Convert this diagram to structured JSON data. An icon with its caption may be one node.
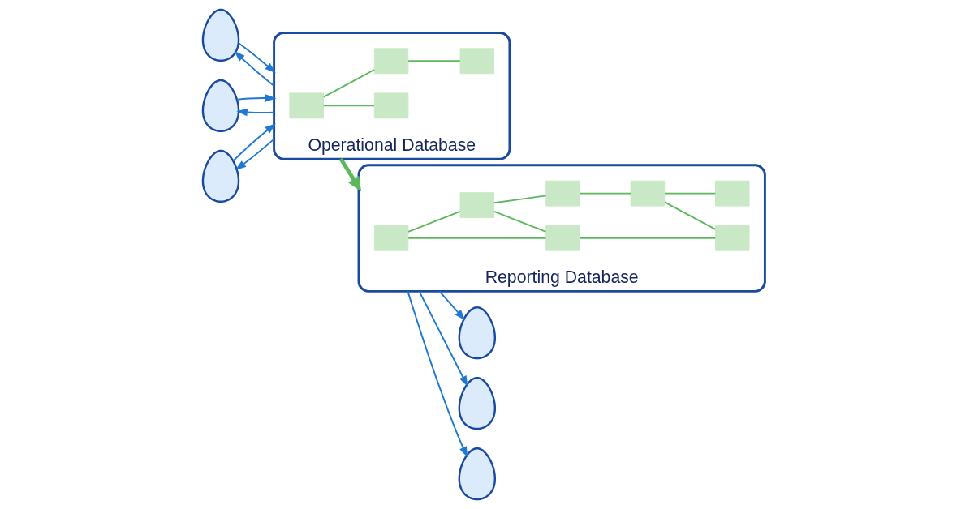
{
  "diagram": {
    "nodes": [
      {
        "text": [],
        "shape": "person"
      },
      {
        "text": [],
        "shape": "person"
      },
      {
        "text": [],
        "shape": "person"
      },
      {
        "text": [
          "Operational Database"
        ]
      },
      {
        "text": [],
        "shape": "box",
        "in": 3
      },
      {
        "text": [],
        "shape": "box",
        "in": 3
      },
      {
        "text": [],
        "shape": "box",
        "in": 3
      },
      {
        "text": [],
        "shape": "box",
        "in": 3
      },
      {
        "text": [
          "Reporting Database"
        ]
      },
      {
        "text": [],
        "shape": "box",
        "in": 8
      },
      {
        "text": [],
        "shape": "box",
        "in": 8
      },
      {
        "text": [],
        "shape": "box",
        "in": 8
      },
      {
        "text": [],
        "shape": "box",
        "in": 8
      },
      {
        "text": [],
        "shape": "box",
        "in": 8
      },
      {
        "text": [],
        "shape": "box",
        "in": 8
      },
      {
        "text": [],
        "shape": "box",
        "in": 8
      },
      {
        "text": [],
        "shape": "person"
      },
      {
        "text": [],
        "shape": "person"
      },
      {
        "text": [],
        "shape": "person"
      }
    ],
    "edges": [
      {
        "from": 0,
        "to": 3,
        "arrow": "to",
        "color": "#1f78d1"
      },
      {
        "from": 3,
        "to": 0,
        "arrow": "to",
        "color": "#1f78d1"
      },
      {
        "from": 1,
        "to": 3,
        "arrow": "to",
        "color": "#1f78d1"
      },
      {
        "from": 3,
        "to": 1,
        "arrow": "to",
        "color": "#1f78d1"
      },
      {
        "from": 2,
        "to": 3,
        "arrow": "to",
        "color": "#1f78d1"
      },
      {
        "from": 3,
        "to": 2,
        "arrow": "to",
        "color": "#1f78d1"
      },
      {
        "from": 4,
        "to": 5,
        "arrow": "none"
      },
      {
        "from": 4,
        "to": 6,
        "arrow": "none"
      },
      {
        "from": 6,
        "to": 7,
        "arrow": "none"
      },
      {
        "from": 3,
        "to": 8,
        "arrow": "to",
        "style": "thick"
      },
      {
        "from": 9,
        "to": 10,
        "arrow": "none"
      },
      {
        "from": 9,
        "to": 11,
        "arrow": "none"
      },
      {
        "from": 11,
        "to": 10,
        "arrow": "none"
      },
      {
        "from": 10,
        "to": 14,
        "arrow": "none"
      },
      {
        "from": 11,
        "to": 12,
        "arrow": "none"
      },
      {
        "from": 12,
        "to": 13,
        "arrow": "none"
      },
      {
        "from": 13,
        "to": 14,
        "arrow": "none"
      },
      {
        "from": 13,
        "to": 15,
        "arrow": "none"
      },
      {
        "from": 8,
        "to": 16,
        "arrow": "to",
        "color": "#1f78d1"
      },
      {
        "from": 8,
        "to": 17,
        "arrow": "to",
        "color": "#1f78d1"
      },
      {
        "from": 8,
        "to": 18,
        "arrow": "to",
        "color": "#1f78d1"
      }
    ]
  }
}
